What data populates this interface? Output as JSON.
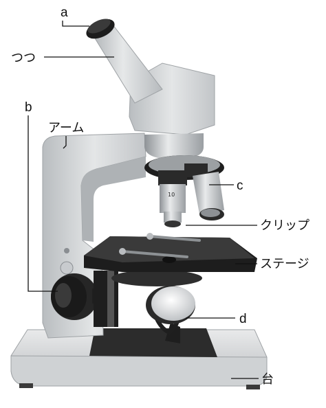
{
  "diagram": {
    "labels": {
      "a": "a",
      "tsutsu": "つつ",
      "b": "b",
      "arm": "アーム",
      "c": "c",
      "clip": "クリップ",
      "stage": "ステージ",
      "d": "d",
      "base": "台"
    },
    "lens_marking": "10"
  },
  "colors": {
    "body": "#d9dbdc",
    "body_shadow": "#a9adb0",
    "stage": "#2a2a2a",
    "knob": "#1e1e1e",
    "metal": "#c9cccf"
  }
}
